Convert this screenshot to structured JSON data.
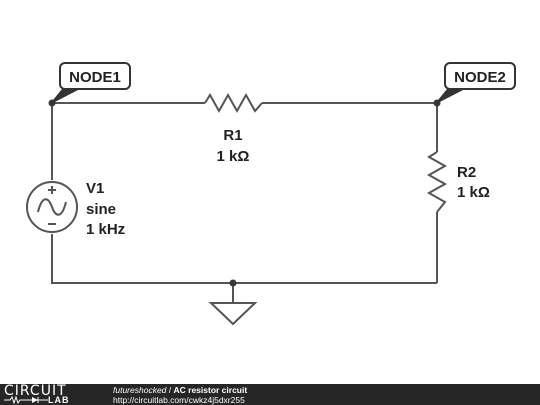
{
  "nodes": [
    {
      "label": "NODE1"
    },
    {
      "label": "NODE2"
    }
  ],
  "components": {
    "r1": {
      "name": "R1",
      "value": "1 kΩ"
    },
    "r2": {
      "name": "R2",
      "value": "1 kΩ"
    },
    "v1": {
      "name": "V1",
      "type": "sine",
      "frequency": "1 kHz"
    }
  },
  "footer": {
    "logo_top": "CIRCUIT",
    "logo_bottom": "LAB",
    "author": "futureshocked",
    "separator": " / ",
    "title": "AC resistor circuit",
    "url": "http://circuitlab.com/cwkz4j5dxr255"
  },
  "colors": {
    "wire": "#555555",
    "footer_bg": "#262626",
    "label_border": "#333333"
  }
}
